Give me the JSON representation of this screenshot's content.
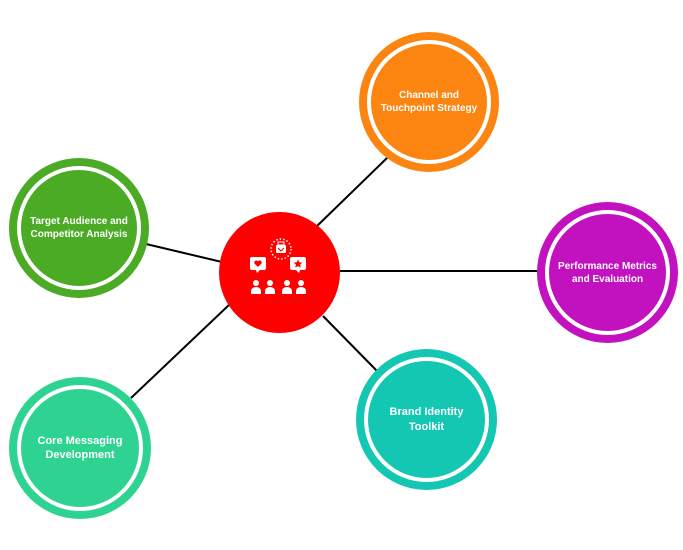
{
  "colors": {
    "hub": "#ff0000",
    "orange": "#fb8510",
    "green": "#4bab24",
    "magenta": "#c212c0",
    "teal": "#14c7b3",
    "mint": "#2ed392",
    "connector": "#000000",
    "ring": "#ffffff"
  },
  "hub": {
    "icon": "team-feedback-icon"
  },
  "nodes": {
    "channel": {
      "label": "Channel and\nTouchpoint Strategy",
      "color": "#fb8510"
    },
    "target": {
      "label": "Target Audience and\nCompetitor Analysis",
      "color": "#4bab24"
    },
    "performance": {
      "label": "Performance Metrics\nand Evaluation",
      "color": "#c212c0"
    },
    "brand": {
      "label": "Brand Identity\nToolkit",
      "color": "#14c7b3"
    },
    "messaging": {
      "label": "Core Messaging\nDevelopment",
      "color": "#2ed392"
    }
  }
}
